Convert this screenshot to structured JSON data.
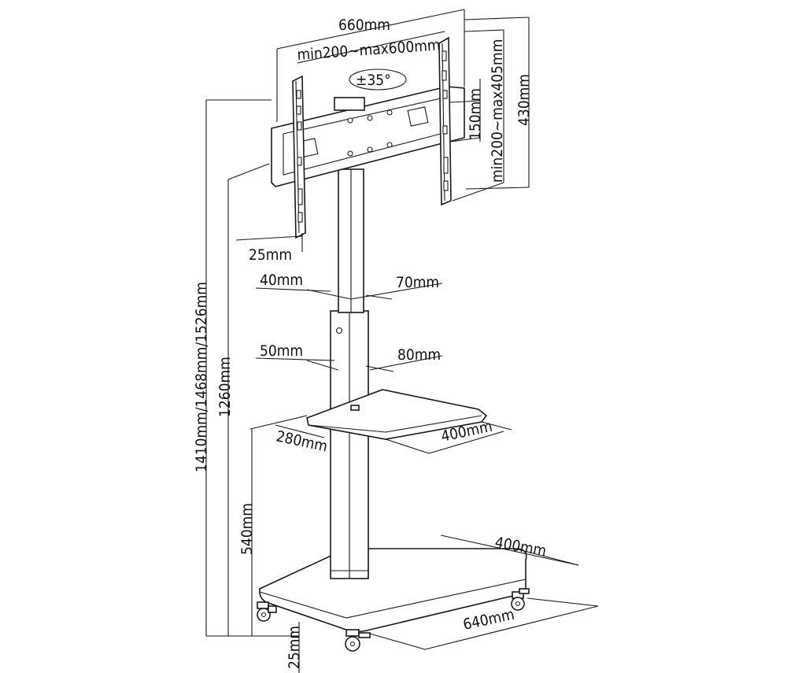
{
  "dimensions": {
    "plate_width": "660mm",
    "vesa_horizontal": "min200~max600mm",
    "tilt": "±35°",
    "arm_spacing": "150mm",
    "vesa_vertical": "min200~max405mm",
    "plate_height": "430mm",
    "bracket_depth": "25mm",
    "upper_pole_depth": "40mm",
    "upper_pole_width": "70mm",
    "lower_pole_depth": "50mm",
    "lower_pole_width": "80mm",
    "shelf_depth": "280mm",
    "shelf_width": "400mm",
    "total_height": "1410mm/1468mm/1526mm",
    "bracket_height": "1260mm",
    "shelf_height": "540mm",
    "base_depth": "400mm",
    "base_width": "640mm",
    "base_clearance": "25mm"
  }
}
